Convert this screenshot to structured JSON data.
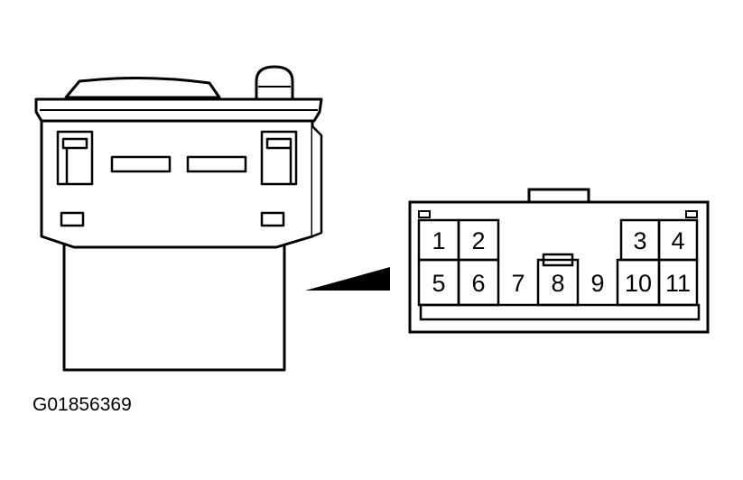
{
  "figure_id": "G01856369",
  "connector": {
    "pins": [
      {
        "number": "1"
      },
      {
        "number": "2"
      },
      {
        "number": "3"
      },
      {
        "number": "4"
      },
      {
        "number": "5"
      },
      {
        "number": "6"
      },
      {
        "number": "7"
      },
      {
        "number": "8"
      },
      {
        "number": "9"
      },
      {
        "number": "10"
      },
      {
        "number": "11"
      }
    ]
  }
}
